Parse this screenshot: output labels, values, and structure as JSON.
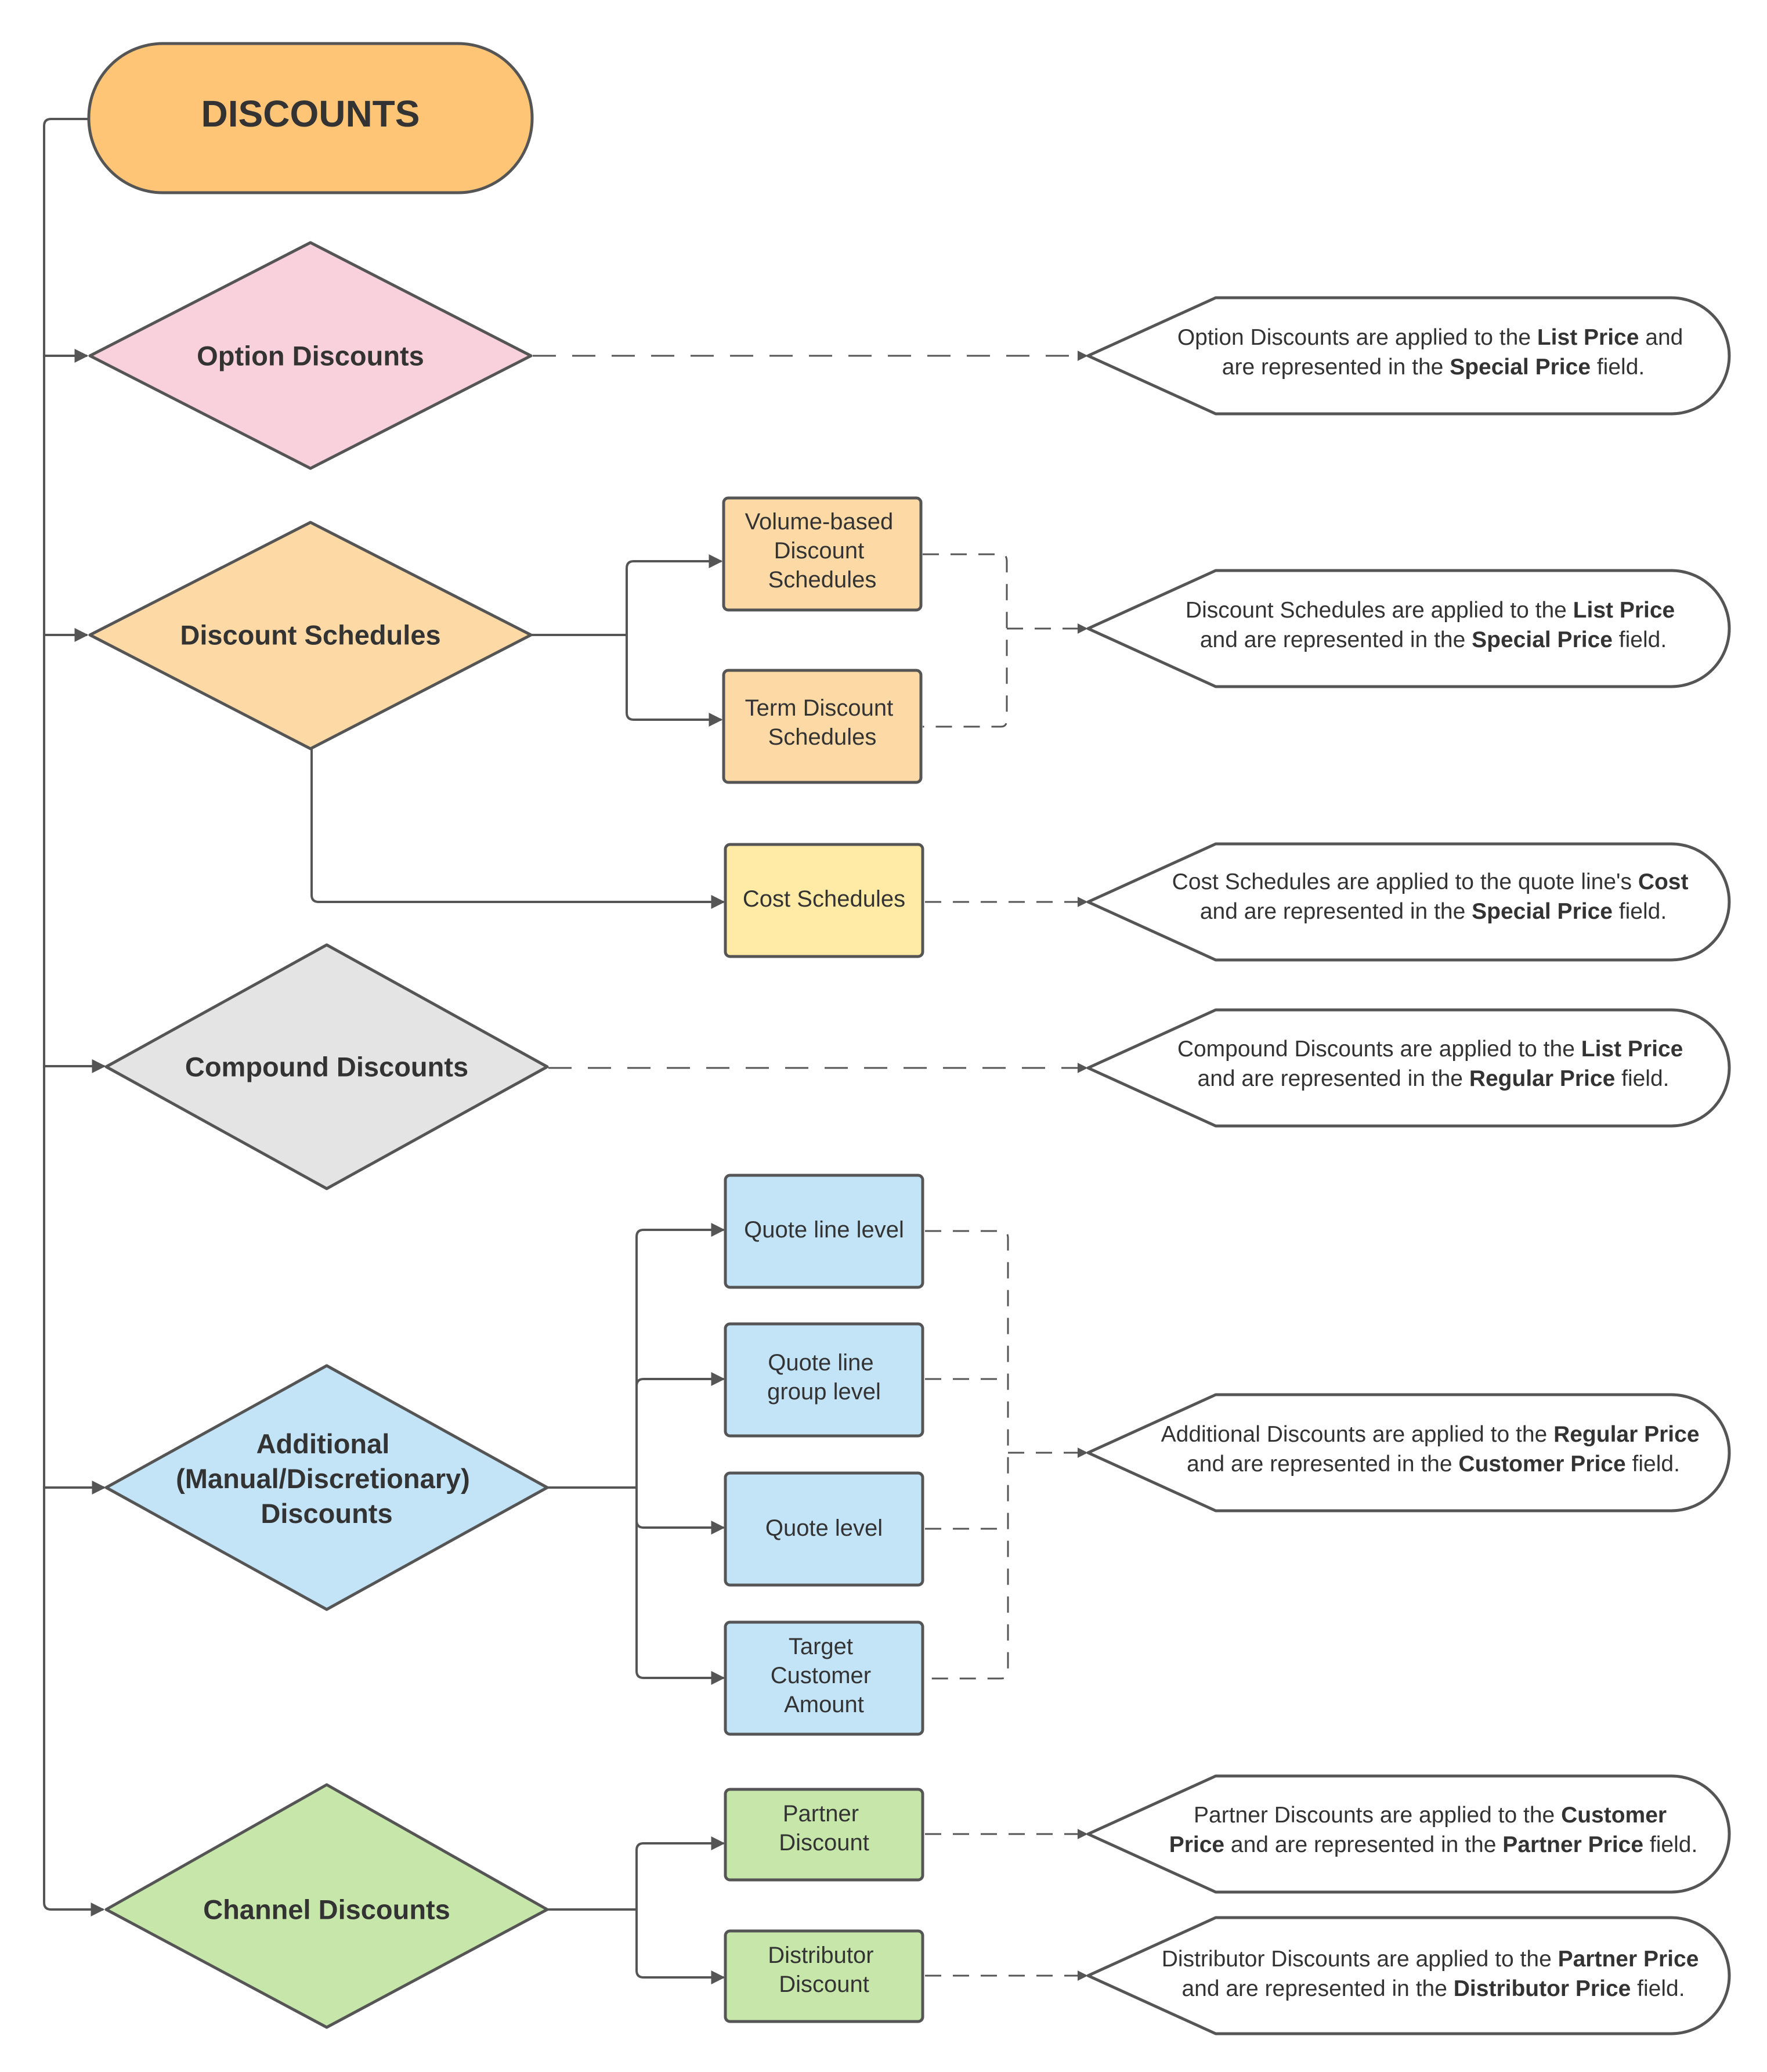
{
  "colors": {
    "orange_root": "#FEC577",
    "pink": "#F8D1DD",
    "peach": "#FDDAA5",
    "yellow": "#FFEBA5",
    "gray": "#E4E4E4",
    "blue": "#C3E3F7",
    "green": "#C7E7AA",
    "white": "#FFFFFF",
    "line": "#555555"
  },
  "root": {
    "label": "DISCOUNTS"
  },
  "diamonds": {
    "option": {
      "label": "Option Discounts"
    },
    "schedules": {
      "label": "Discount Schedules"
    },
    "compound": {
      "label": "Compound Discounts"
    },
    "additional": {
      "line1": "Additional",
      "line2": "(Manual/Discretionary)",
      "line3": "Discounts"
    },
    "channel": {
      "label": "Channel Discounts"
    }
  },
  "boxes": {
    "volume": {
      "line1": "Volume-based",
      "line2": "Discount",
      "line3": "Schedules"
    },
    "term": {
      "line1": "Term Discount",
      "line2": "Schedules"
    },
    "cost": {
      "label": "Cost Schedules"
    },
    "quote_line": {
      "label": "Quote line level"
    },
    "quote_line_group": {
      "line1": "Quote line",
      "line2": "group level"
    },
    "quote_level": {
      "label": "Quote level"
    },
    "target": {
      "line1": "Target",
      "line2": "Customer",
      "line3": "Amount"
    },
    "partner": {
      "line1": "Partner",
      "line2": "Discount"
    },
    "distributor": {
      "line1": "Distributor",
      "line2": "Discount"
    }
  },
  "notes": {
    "option": {
      "l1a": "Option Discounts are applied to the ",
      "l1b": "List Price",
      "l1c": " and",
      "l2a": "are represented in the ",
      "l2b": "Special Price",
      "l2c": " field."
    },
    "schedules": {
      "l1a": "Discount Schedules are applied to the ",
      "l1b": "List Price",
      "l2a": "and are represented in the ",
      "l2b": "Special Price",
      "l2c": " field."
    },
    "cost": {
      "l1a": "Cost Schedules are applied to the quote line's ",
      "l1b": "Cost",
      "l2a": "and are represented in the ",
      "l2b": "Special Price",
      "l2c": " field."
    },
    "compound": {
      "l1a": "Compound Discounts are applied to the ",
      "l1b": "List Price",
      "l2a": "and are represented in the ",
      "l2b": "Regular Price",
      "l2c": " field."
    },
    "additional": {
      "l1a": "Additional Discounts are applied to the ",
      "l1b": "Regular Price",
      "l2a": "and are represented in the ",
      "l2b": "Customer Price",
      "l2c": " field."
    },
    "partner": {
      "l1a": "Partner Discounts are applied to the ",
      "l1b": "Customer",
      "l2a": "Price",
      "l2b": " and are represented in the ",
      "l2c": "Partner Price",
      "l2d": " field."
    },
    "distributor": {
      "l1a": "Distributor Discounts are applied to the ",
      "l1b": "Partner Price",
      "l2a": "and are represented in the ",
      "l2b": "Distributor Price",
      "l2c": " field."
    }
  }
}
